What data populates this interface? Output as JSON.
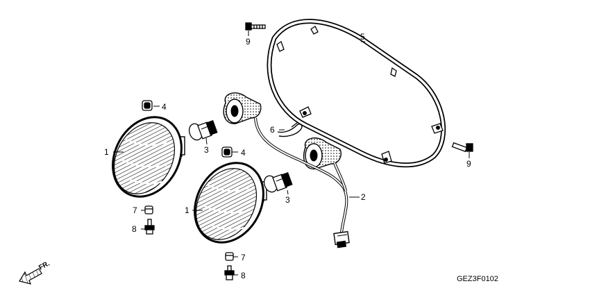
{
  "diagram": {
    "code": "GEZ3F0102",
    "direction_label": "FR.",
    "callouts": [
      {
        "id": "c1a",
        "text": "1"
      },
      {
        "id": "c1b",
        "text": "1"
      },
      {
        "id": "c2",
        "text": "2"
      },
      {
        "id": "c3a",
        "text": "3"
      },
      {
        "id": "c3b",
        "text": "3"
      },
      {
        "id": "c4a",
        "text": "4"
      },
      {
        "id": "c4b",
        "text": "4"
      },
      {
        "id": "c5",
        "text": "5"
      },
      {
        "id": "c6",
        "text": "6"
      },
      {
        "id": "c7a",
        "text": "7"
      },
      {
        "id": "c7b",
        "text": "7"
      },
      {
        "id": "c8a",
        "text": "8"
      },
      {
        "id": "c8b",
        "text": "8"
      },
      {
        "id": "c9a",
        "text": "9"
      },
      {
        "id": "c9b",
        "text": "9"
      }
    ]
  }
}
